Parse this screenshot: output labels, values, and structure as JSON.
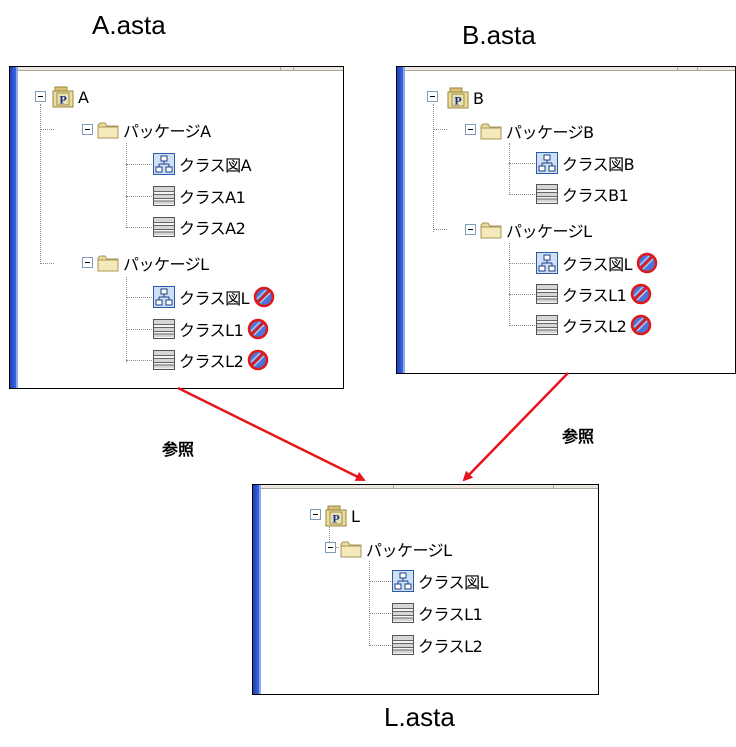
{
  "titles": {
    "a": "A.asta",
    "b": "B.asta",
    "l": "L.asta"
  },
  "reference_label": "参照",
  "panels": {
    "a": {
      "root": "A",
      "package_1": "パッケージA",
      "diagram_1": "クラス図A",
      "class_1": "クラスA1",
      "class_2": "クラスA2",
      "package_2": "パッケージL",
      "diagram_2": "クラス図L",
      "class_3": "クラスL1",
      "class_4": "クラスL2"
    },
    "b": {
      "root": "B",
      "package_1": "パッケージB",
      "diagram_1": "クラス図B",
      "class_1": "クラスB1",
      "package_2": "パッケージL",
      "diagram_2": "クラス図L",
      "class_3": "クラスL1",
      "class_4": "クラスL2"
    },
    "l": {
      "root": "L",
      "package_1": "パッケージL",
      "diagram_1": "クラス図L",
      "class_1": "クラスL1",
      "class_2": "クラスL2"
    }
  },
  "icons": {
    "project": "project-icon",
    "package": "folder-icon",
    "diagram": "class-diagram-icon",
    "class": "class-icon",
    "reference": "reference-prohibited-icon"
  },
  "colors": {
    "arrow": "#e8141b",
    "side_bar": "#1c3fb5"
  }
}
